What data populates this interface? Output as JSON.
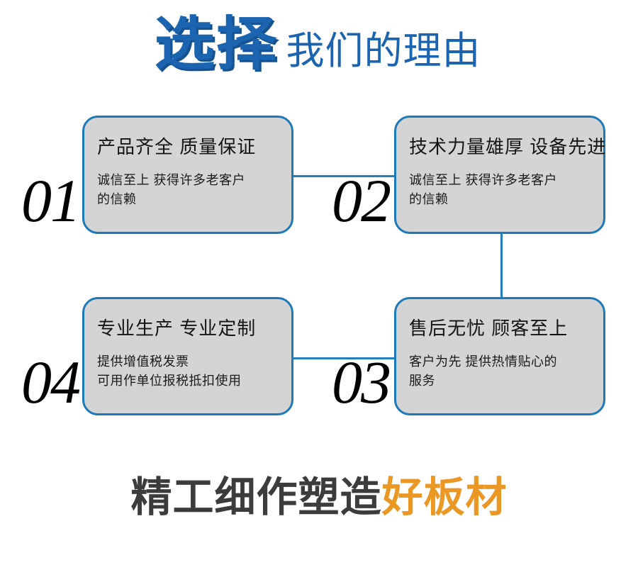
{
  "header": {
    "main": "选择",
    "sub": "我们的理由",
    "color": "#1b64b0",
    "shadow_color": "#15528f"
  },
  "theme": {
    "accent_blue": "#1d7ab8",
    "card_fill": "#d4d4d4",
    "connector": "#2480bd",
    "number_color": "#000000",
    "footer_dark": "#3c3c3c",
    "footer_accent": "#eb9724",
    "background": "#ffffff"
  },
  "cards": [
    {
      "number": "01",
      "title": "产品齐全 质量保证",
      "desc_lines": [
        "诚信至上 获得许多老客户",
        "的信赖"
      ]
    },
    {
      "number": "02",
      "title": "技术力量雄厚 设备先进",
      "desc_lines": [
        "诚信至上 获得许多老客户",
        "的信赖"
      ]
    },
    {
      "number": "03",
      "title": "售后无忧 顾客至上",
      "desc_lines": [
        "客户为先 提供热情贴心的",
        "服务"
      ]
    },
    {
      "number": "04",
      "title": "专业生产 专业定制",
      "desc_lines": [
        "提供增值税发票",
        "可用作单位报税抵扣使用"
      ]
    }
  ],
  "footer": {
    "text_dark": "精工细作塑造",
    "text_accent": "好板材"
  }
}
